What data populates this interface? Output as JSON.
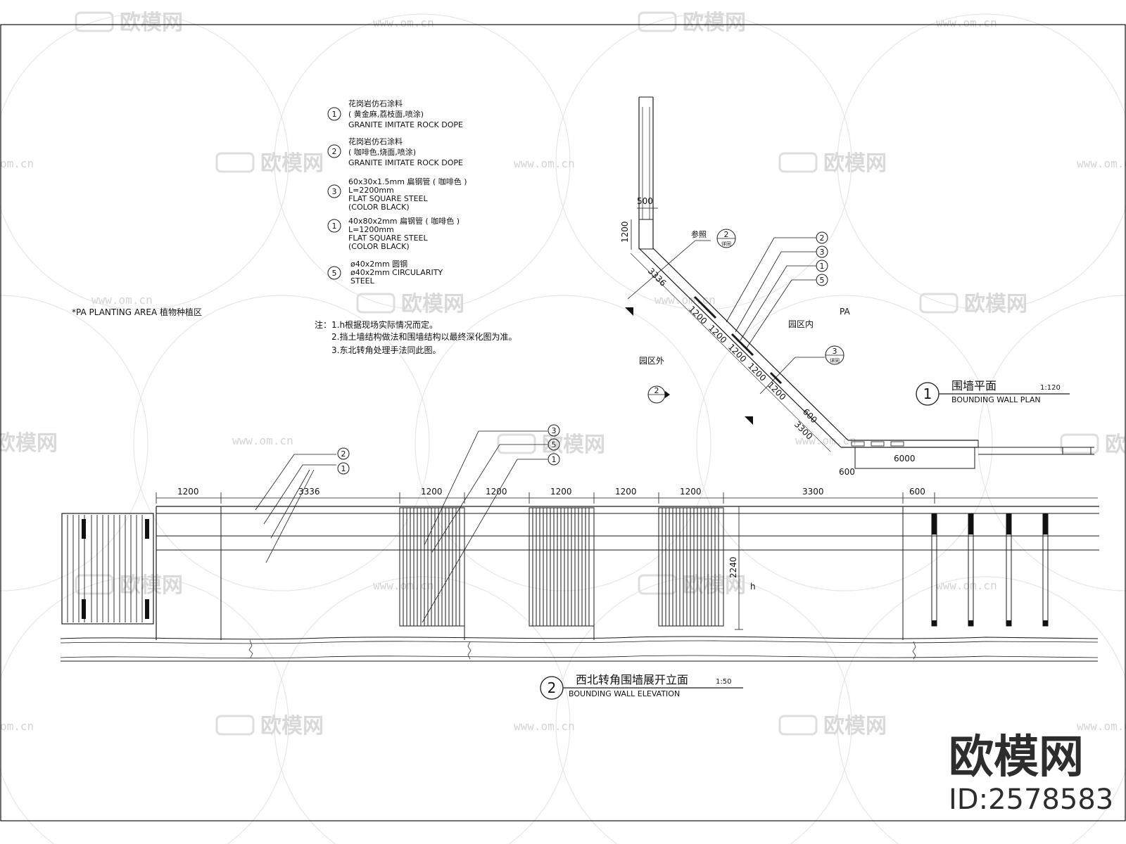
{
  "watermark": {
    "brand": "欧模网",
    "url": "www.om.cn",
    "url_short": "om.cn"
  },
  "legend": [
    {
      "num": "1",
      "lines": [
        "花岗岩仿石涂料",
        "( 黄金麻,荔枝面,喷涂)",
        "GRANITE IMITATE ROCK DOPE"
      ]
    },
    {
      "num": "2",
      "lines": [
        "花岗岩仿石涂料",
        "( 咖啡色,烧面,喷涂)",
        "GRANITE IMITATE ROCK DOPE"
      ]
    },
    {
      "num": "3",
      "lines": [
        "60x30x1.5mm 扁钢管 ( 咖啡色 )",
        "L=2200mm",
        "FLAT SQUARE STEEL",
        "(COLOR BLACK)"
      ]
    },
    {
      "num": "1",
      "lines": [
        "40x80x2mm 扁钢管 ( 咖啡色 )",
        "L=1200mm",
        "FLAT SQUARE STEEL",
        "(COLOR BLACK)"
      ]
    },
    {
      "num": "5",
      "lines": [
        "ø40x2mm   圆钢",
        "ø40x2mm  CIRCULARITY",
        "STEEL"
      ]
    }
  ],
  "planting_area": "*PA   PLANTING AREA  植物种植区",
  "notes": [
    "注：1.h根据现场实际情况而定。",
    "2.挡土墙结构做法和围墙结构以最终深化图为准。",
    "3.东北转角处理手法同此图。"
  ],
  "plan": {
    "title_cn": "围墙平面",
    "title_en": "BOUNDING WALL PLAN",
    "scale": "1:120",
    "number": "1",
    "label_inside": "园区内",
    "label_outside": "园区外",
    "label_pa": "PA",
    "ref_text": "参照",
    "ref_num": "2",
    "ref_sub": "详同",
    "ref2_num": "3",
    "section_num": "2",
    "callouts": [
      "2",
      "3",
      "1",
      "5"
    ],
    "dims": {
      "d500": "500",
      "d1200v": "1200",
      "d3336": "3336",
      "d1200": "1200",
      "d600": "600",
      "d3300": "3300",
      "d6000": "6000",
      "d600b": "600"
    }
  },
  "elevation": {
    "title_cn": "西北转角围墙展开立面",
    "title_en": "BOUNDING WALL ELEVATION",
    "scale": "1:50",
    "number": "2",
    "height_dim": "2240",
    "h_label": "h",
    "callouts_left": [
      "2",
      "1"
    ],
    "callouts_mid": [
      "3",
      "5",
      "1"
    ],
    "dims": [
      "1200",
      "3336",
      "1200",
      "1200",
      "1200",
      "1200",
      "1200",
      "3300",
      "600"
    ]
  },
  "branding": {
    "brand": "欧模网",
    "id": "ID:2578583"
  }
}
